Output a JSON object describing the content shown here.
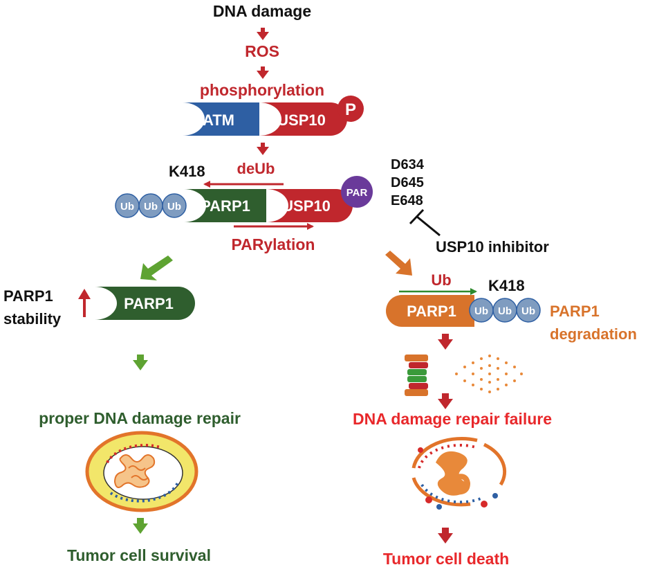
{
  "top": {
    "dna_damage": "DNA damage",
    "ros": "ROS",
    "phosphorylation": "phosphorylation"
  },
  "complex1": {
    "atm": "ATM",
    "usp10": "USP10",
    "p": "P"
  },
  "complex2": {
    "k418": "K418",
    "deub": "deUb",
    "ub": "Ub",
    "parp1": "PARP1",
    "usp10": "USP10",
    "par": "PAR",
    "parylation": "PARylation"
  },
  "residues": [
    "D634",
    "D645",
    "E648"
  ],
  "inhibitor": "USP10 inhibitor",
  "left_branch": {
    "stability_line1": "PARP1",
    "stability_line2": "stability",
    "parp1": "PARP1",
    "repair": "proper DNA damage repair",
    "outcome": "Tumor cell survival"
  },
  "right_branch": {
    "ub": "Ub",
    "k418": "K418",
    "parp1": "PARP1",
    "ub_bead": "Ub",
    "degradation_line1": "PARP1",
    "degradation_line2": "degradation",
    "failure": "DNA damage repair failure",
    "outcome": "Tumor cell death"
  },
  "colors": {
    "red": "#c0272d",
    "bright_red": "#e8282b",
    "blue": "#2e5fa3",
    "green": "#2f5e2e",
    "orange": "#d8732b",
    "purple": "#6a3a9a",
    "ub_bead": "#7f9cc0"
  }
}
